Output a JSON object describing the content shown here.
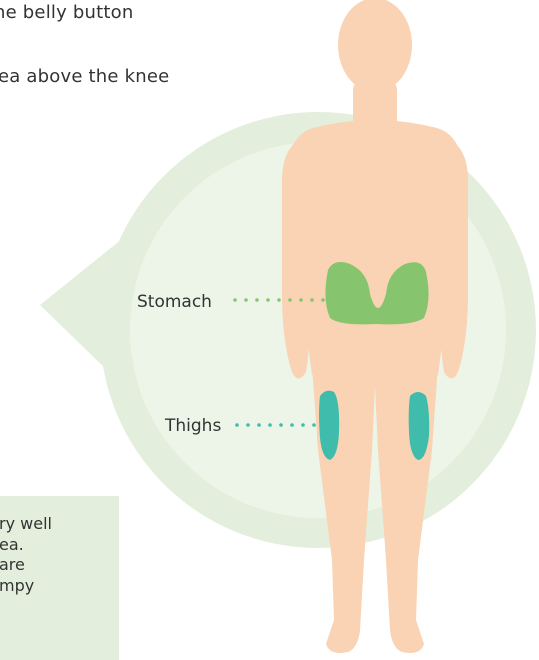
{
  "text": {
    "line_1": "he belly button",
    "line_2": "ea above the knee"
  },
  "note": {
    "lines": [
      "ry well",
      "ea.",
      "are",
      "mpy",
      ""
    ]
  },
  "labels": {
    "stomach": "Stomach",
    "thighs": "Thighs"
  },
  "colors": {
    "background": "#ffffff",
    "callout_circle": "#e3efdc",
    "callout_inner": "#edf5e8",
    "body_skin": "#f9d3b4",
    "stomach_zone": "#86c56e",
    "thigh_zone": "#3fbcab",
    "leader_dots_green": "#86c56e",
    "leader_dots_teal": "#3fbcab",
    "note_box": "#e3efdc"
  }
}
